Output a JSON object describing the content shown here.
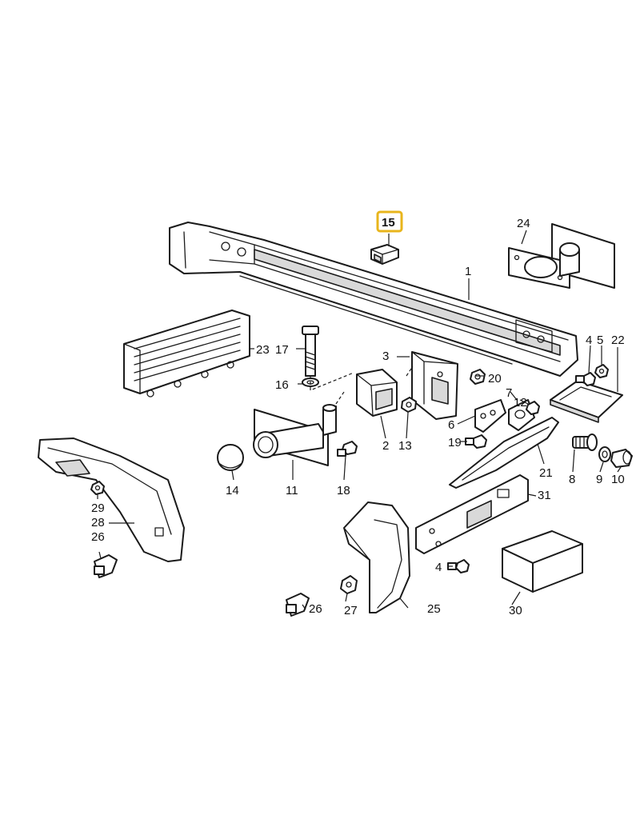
{
  "diagram": {
    "highlight_color": "#e8b51c",
    "line_color": "#1a1a1a",
    "labels": {
      "p1": "1",
      "p2": "2",
      "p3": "3",
      "p4a": "4",
      "p4b": "4",
      "p5": "5",
      "p6": "6",
      "p7": "7",
      "p8": "8",
      "p9": "9",
      "p10": "10",
      "p11": "11",
      "p12": "12",
      "p13": "13",
      "p14": "14",
      "p15": "15",
      "p16": "16",
      "p17": "17",
      "p18": "18",
      "p19": "19",
      "p20": "20",
      "p21": "21",
      "p22": "22",
      "p23": "23",
      "p24": "24",
      "p25": "25",
      "p26a": "26",
      "p26b": "26",
      "p27": "27",
      "p28": "28",
      "p29": "29",
      "p30": "30",
      "p31": "31"
    }
  }
}
